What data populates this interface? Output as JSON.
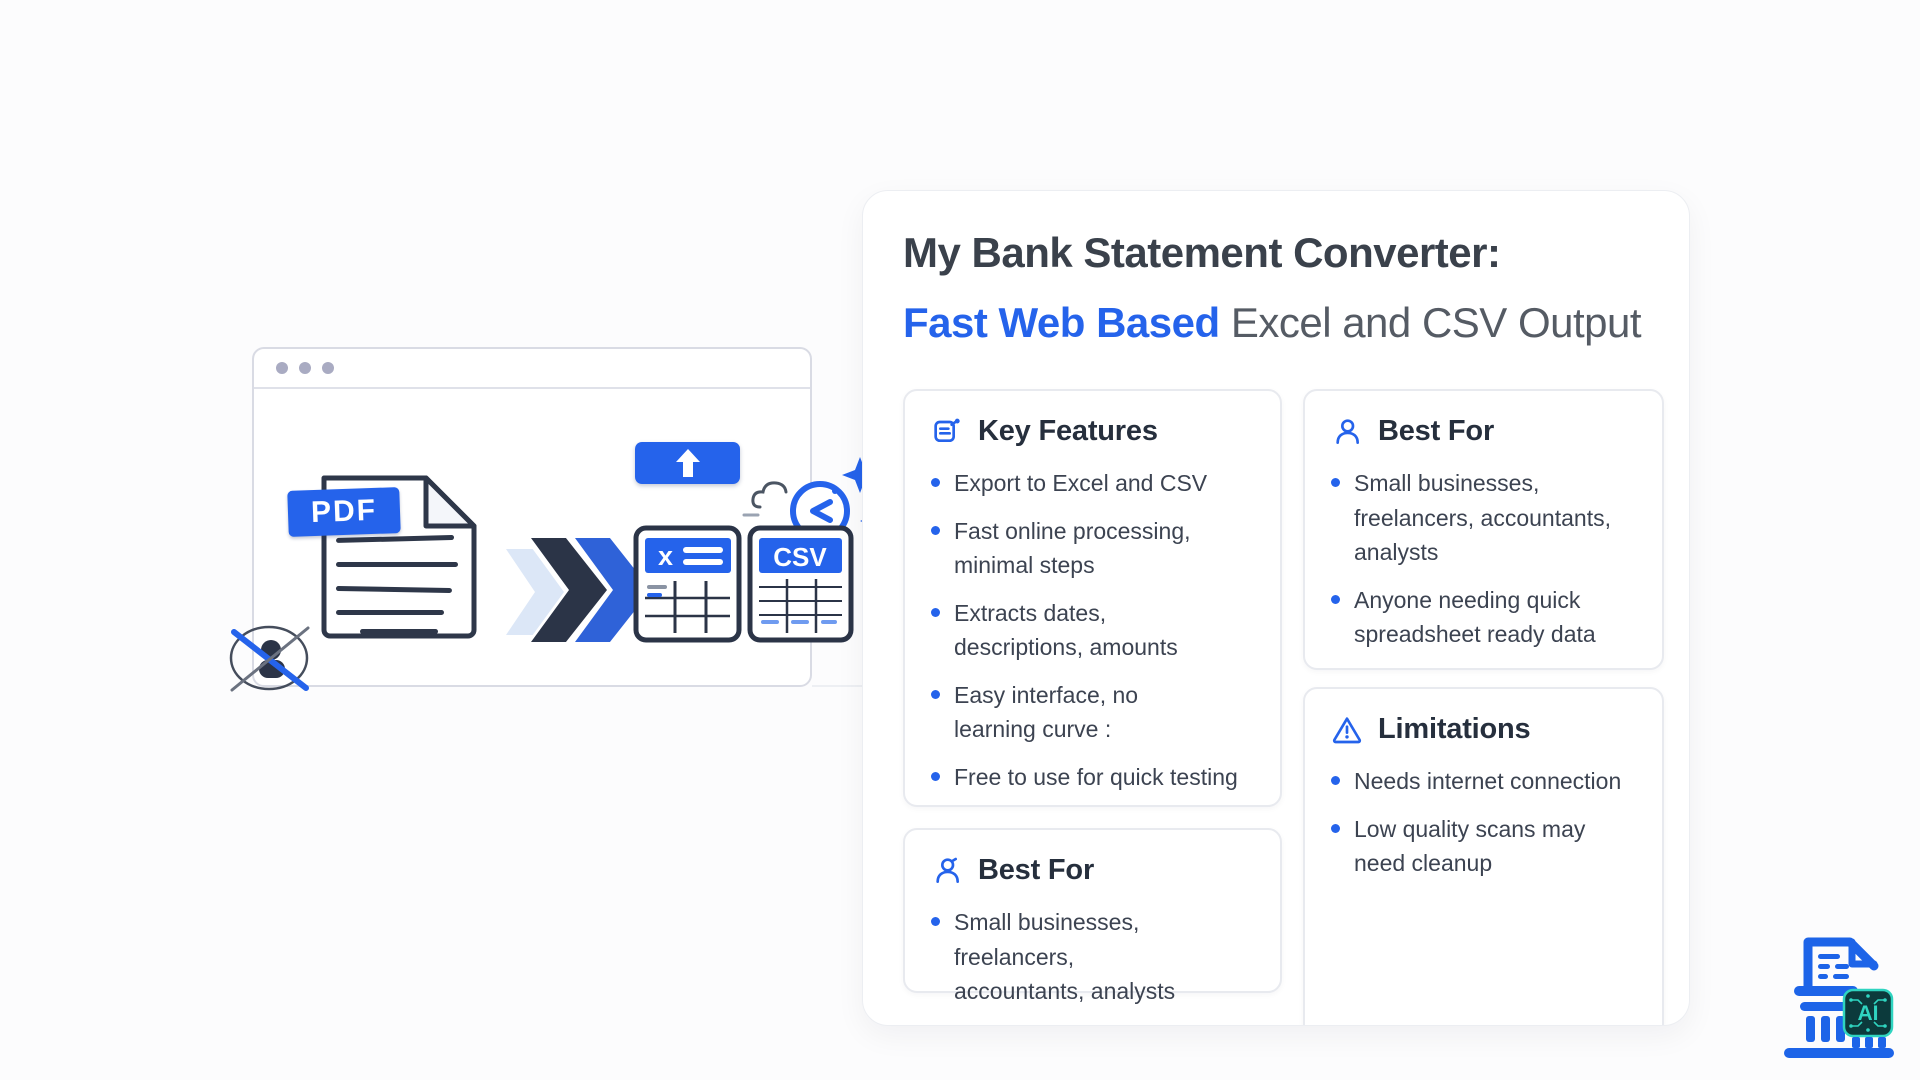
{
  "headline": {
    "title": "My Bank Statement Converter:",
    "subtitle_highlight": "Fast Web Based",
    "subtitle_rest": " Excel and CSV Output"
  },
  "cards": {
    "key_features": {
      "title": "Key Features",
      "icon": "note-pencil-icon",
      "items": [
        "Export to Excel and CSV",
        "Fast online processing,\nminimal steps",
        "Extracts dates,\ndescriptions, amounts",
        "Easy interface, no\nlearning curve :",
        "Free to use for quick testing"
      ]
    },
    "best_for_main": {
      "title": "Best For",
      "icon": "user-icon",
      "items": [
        "Small businesses, freelancers,\naccountants, analysts"
      ]
    },
    "best_for_side": {
      "title": "Best For",
      "icon": "user-icon",
      "items": [
        "Small businesses,\nfreelancers, accountants,\nanalysts",
        "Anyone needing quick\nspreadsheet ready data"
      ]
    },
    "limitations": {
      "title": "Limitations",
      "icon": "warning-triangle-icon",
      "items": [
        "Needs internet connection",
        "Low quality scans may\nneed cleanup"
      ]
    }
  },
  "illustration": {
    "pdf_badge": "PDF",
    "excel_header_mark": "x",
    "csv_header": "CSV",
    "icons": [
      "browser-window",
      "pdf-document-icon",
      "double-chevron-icon",
      "upload-arrow-icon",
      "excel-table-icon",
      "csv-table-icon",
      "fast-clock-sparkle-icon",
      "no-install-crossed-circle-icon"
    ]
  },
  "logo": {
    "ai_chip_label": "AI",
    "icon": "bank-document-ai-logo"
  },
  "colors": {
    "accent_blue": "#2563eb",
    "navy": "#2b3447",
    "headline_gray": "#555b64",
    "chip_bg": "#0c3a3c",
    "chip_teal": "#2fd4c0"
  }
}
